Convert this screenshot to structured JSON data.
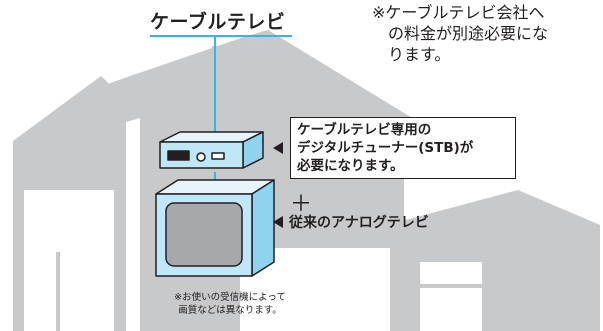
{
  "title": "ケーブルテレビ",
  "fee_note": {
    "line1": "※ケーブルテレビ会社へ",
    "line2": "の料金が別途必要にな",
    "line3": "ります。"
  },
  "stb_callout": {
    "line1": "ケーブルテレビ専用の",
    "line2": "デジタルチューナー(STB)が",
    "line3": "必要になります。"
  },
  "plus_sign": "＋",
  "tv_label": "従来のアナログテレビ",
  "footnote": {
    "line1": "※お使いの受信機によって",
    "line2": "画質などは異なります。"
  },
  "colors": {
    "house": "#c8c9ca",
    "cable": "#39b5e4",
    "device_fill": "#bfe7f7",
    "device_stroke": "#231f20",
    "screen": "#a6a8ab"
  }
}
